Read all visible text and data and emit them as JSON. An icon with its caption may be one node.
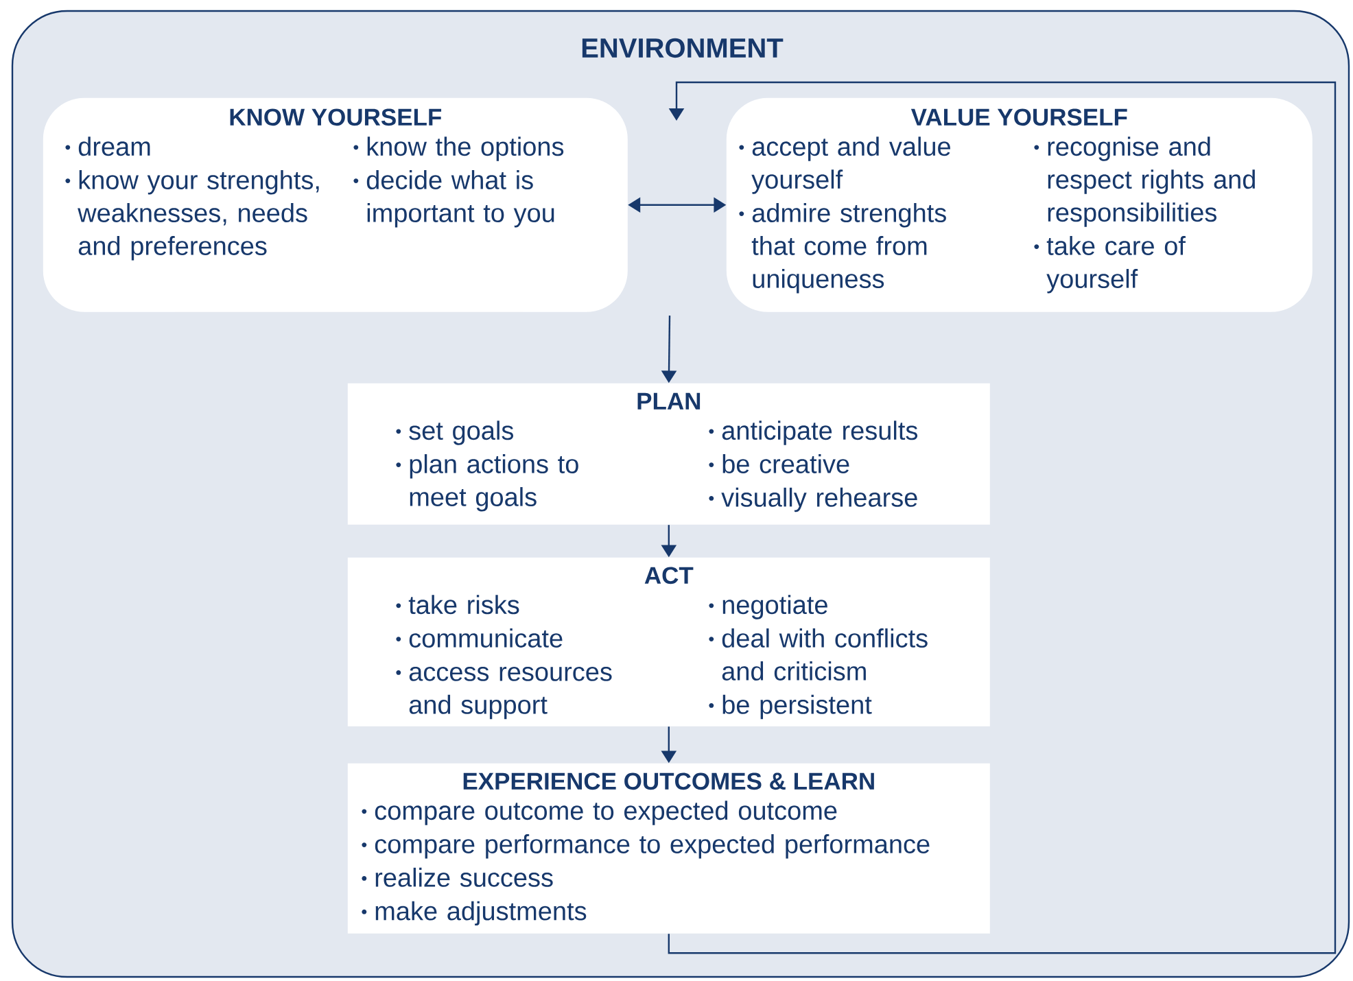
{
  "diagram": {
    "nodes": [
      {
        "text": [
          "ENVIRONMENT"
        ]
      },
      {
        "text": [
          "KNOW YOURSELF",
          "dream",
          "know your strenghts, weaknesses, needs and preferences",
          "know the options",
          "decide what is important to you"
        ],
        "in": 0
      },
      {
        "text": [
          "VALUE YOURSELF",
          "accept and value yourself",
          "admire strenghts that come from uniqueness",
          "recognise and respect rights and responsibilities",
          "take care of yourself"
        ],
        "in": 0
      },
      {
        "text": [
          "PLAN",
          "set goals",
          "plan actions to meet goals",
          "anticipate results",
          "be creative",
          "visually rehearse"
        ],
        "in": 0
      },
      {
        "text": [
          "ACT",
          "take risks",
          "communicate",
          "access resources and support",
          "negotiate",
          "deal with conflicts and criticism",
          "be persistent"
        ],
        "in": 0
      },
      {
        "text": [
          "EXPERIENCE OUTCOMES & LEARN",
          "compare outcome to expected outcome",
          "compare performance to expected performance",
          "realize success",
          "make adjustments"
        ],
        "in": 0
      }
    ],
    "edges": [
      {
        "from": 1,
        "to": 2,
        "arrow": "both"
      },
      {
        "from": null,
        "to": 3,
        "arrow": "to"
      },
      {
        "from": 3,
        "to": 4,
        "arrow": "to"
      },
      {
        "from": 4,
        "to": 5,
        "arrow": "to"
      },
      {
        "from": 5,
        "to": null,
        "arrow": "to"
      }
    ]
  }
}
